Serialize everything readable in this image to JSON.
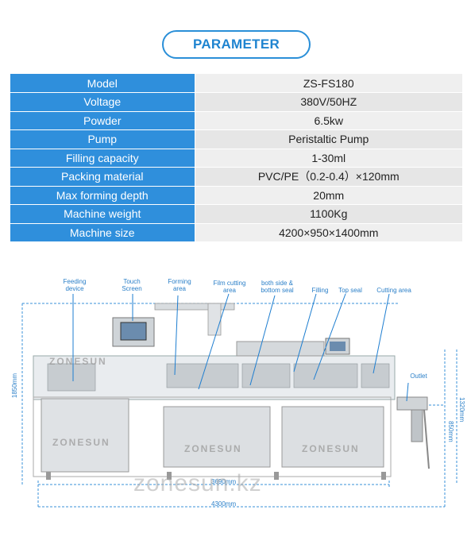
{
  "header": {
    "title": "PARAMETER"
  },
  "params": [
    {
      "label": "Model",
      "value": "ZS-FS180"
    },
    {
      "label": "Voltage",
      "value": "380V/50HZ"
    },
    {
      "label": "Powder",
      "value": "6.5kw"
    },
    {
      "label": "Pump",
      "value": "Peristaltic Pump"
    },
    {
      "label": "Filling capacity",
      "value": "1-30ml"
    },
    {
      "label": "Packing material",
      "value": "PVC/PE（0.2-0.4）×120mm"
    },
    {
      "label": "Max forming depth",
      "value": "20mm"
    },
    {
      "label": "Machine weight",
      "value": "1100Kg"
    },
    {
      "label": "Machine size",
      "value": "4200×950×1400mm"
    }
  ],
  "diagram": {
    "labels": {
      "feeding": "Feeding\ndevice",
      "touch": "Touch\nScreen",
      "forming": "Forming\narea",
      "film": "Film cutting\narea",
      "seal": "both side &\nbottom seal",
      "filling": "Filling",
      "topseal": "Top seal",
      "cutting": "Cutting area",
      "outlet": "Outlet"
    },
    "dims": {
      "h1850": "1850mm",
      "h1320": "1320mm",
      "h850": "850mm",
      "w3690": "3690mm",
      "w4300": "4300mm"
    },
    "brand": "ZONESUN",
    "watermark": "zonesun.kz"
  }
}
